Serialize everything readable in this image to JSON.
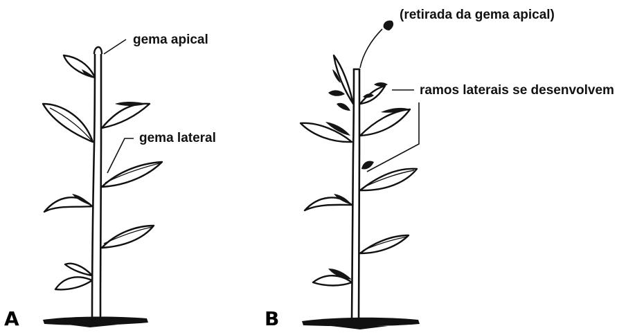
{
  "figure": {
    "panels": [
      {
        "letter": "A",
        "labels": {
          "apical": "gema apical",
          "lateral": "gema lateral"
        }
      },
      {
        "letter": "B",
        "labels": {
          "removed": "(retirada da gema apical)",
          "branches": "ramos laterais se desenvolvem"
        }
      }
    ]
  }
}
